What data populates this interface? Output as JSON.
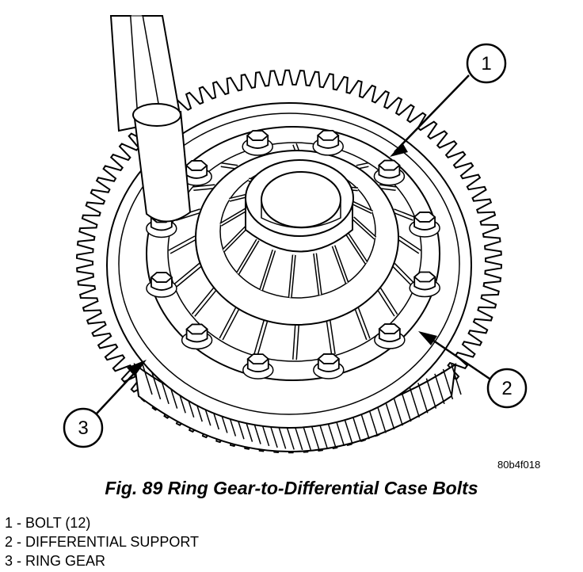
{
  "figure": {
    "code": "80b4f018",
    "caption": "Fig. 89 Ring Gear-to-Differential Case Bolts"
  },
  "callouts": [
    {
      "number": "1",
      "label": "1 - BOLT (12)"
    },
    {
      "number": "2",
      "label": "2 - DIFFERENTIAL SUPPORT"
    },
    {
      "number": "3",
      "label": "3 - RING GEAR"
    }
  ],
  "colors": {
    "line": "#000000",
    "background": "#ffffff"
  }
}
